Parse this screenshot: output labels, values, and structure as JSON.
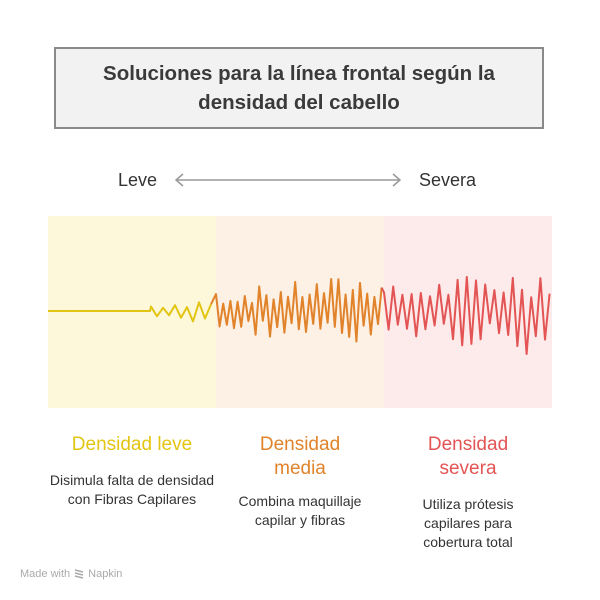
{
  "title": "Soluciones para la línea frontal según la densidad del cabello",
  "scale": {
    "left": "Leve",
    "right": "Severa"
  },
  "columns": [
    {
      "heading": "Densidad leve",
      "description": "Disimula falta de densidad con Fibras Capilares",
      "color": "#e2c512",
      "bg": "#fef8da"
    },
    {
      "heading": "Densidad media",
      "description": "Combina maquillaje capilar y fibras",
      "color": "#e0832a",
      "bg": "#fdf0e4"
    },
    {
      "heading": "Densidad severa",
      "description": "Utiliza prótesis capilares para cobertura total",
      "color": "#e35454",
      "bg": "#fdeaea"
    }
  ],
  "footer": {
    "text": "Made with",
    "brand": "Napkin"
  }
}
